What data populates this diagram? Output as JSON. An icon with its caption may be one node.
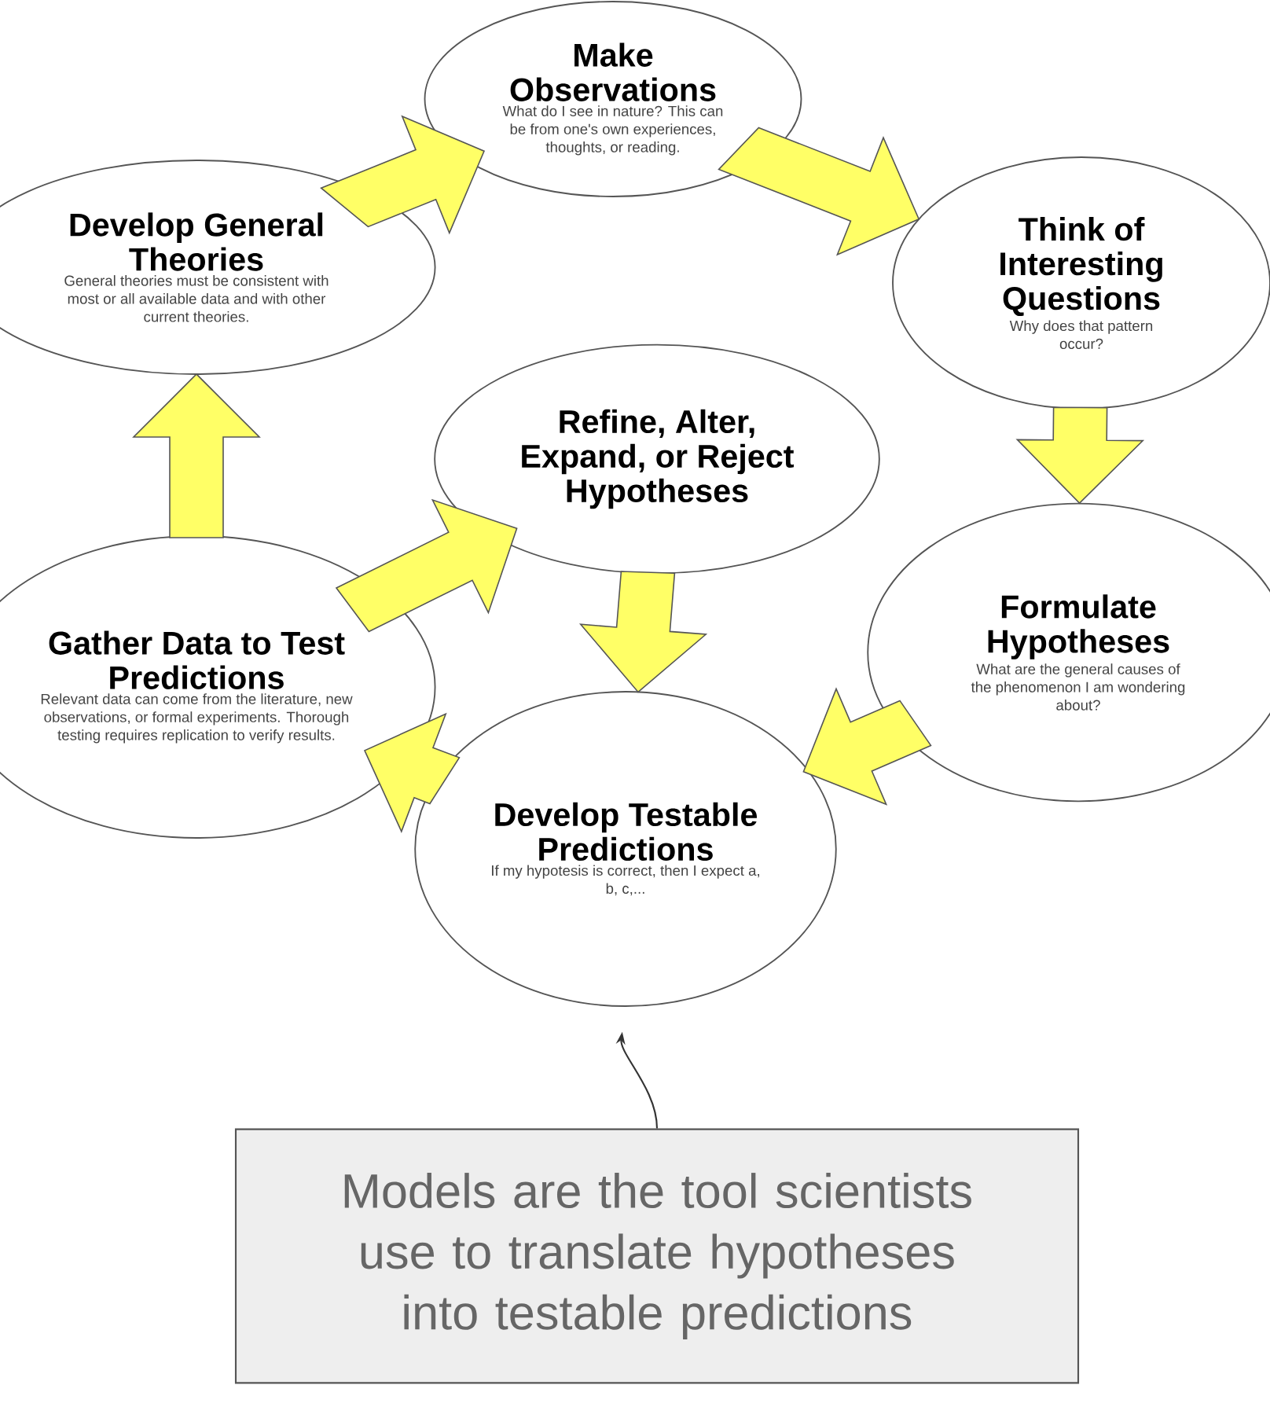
{
  "diagram": {
    "nodes": [
      {
        "text": [
          "Make Observations",
          "What do I see in nature? This can be from one's own experiences, thoughts, or reading."
        ]
      },
      {
        "text": [
          "Develop General Theories",
          "General theories must be consistent with most or all available data and with other current theories."
        ]
      },
      {
        "text": [
          "Think of Interesting Questions",
          "Why does that pattern occur?"
        ]
      },
      {
        "text": [
          "Refine, Alter, Expand, or Reject Hypotheses"
        ]
      },
      {
        "text": [
          "Gather Data to Test Predictions",
          "Relevant data can come from the literature, new observations, or formal experiments.  Thorough testing requires replication to verify results."
        ]
      },
      {
        "text": [
          "Formulate Hypotheses",
          "What are the general causes of the phenomenon I am wondering about?"
        ]
      },
      {
        "text": [
          "Develop Testable Predictions",
          "If my hypotesis is correct, then I expect a, b, c,..."
        ]
      },
      {
        "text": [
          "Models are the tool scientists use to translate hypotheses into testable predictions"
        ]
      }
    ],
    "edges": [
      {
        "from": 1,
        "to": 0,
        "arrow": "to"
      },
      {
        "from": 0,
        "to": 2,
        "arrow": "to"
      },
      {
        "from": 2,
        "to": 5,
        "arrow": "to"
      },
      {
        "from": 5,
        "to": 6,
        "arrow": "to"
      },
      {
        "from": 6,
        "to": 4,
        "arrow": "to"
      },
      {
        "from": 4,
        "to": 1,
        "arrow": "to"
      },
      {
        "from": 4,
        "to": 3,
        "arrow": "to"
      },
      {
        "from": 3,
        "to": 6,
        "arrow": "to"
      },
      {
        "from": 7,
        "to": 6,
        "arrow": "to",
        "color": "#333333"
      }
    ]
  }
}
